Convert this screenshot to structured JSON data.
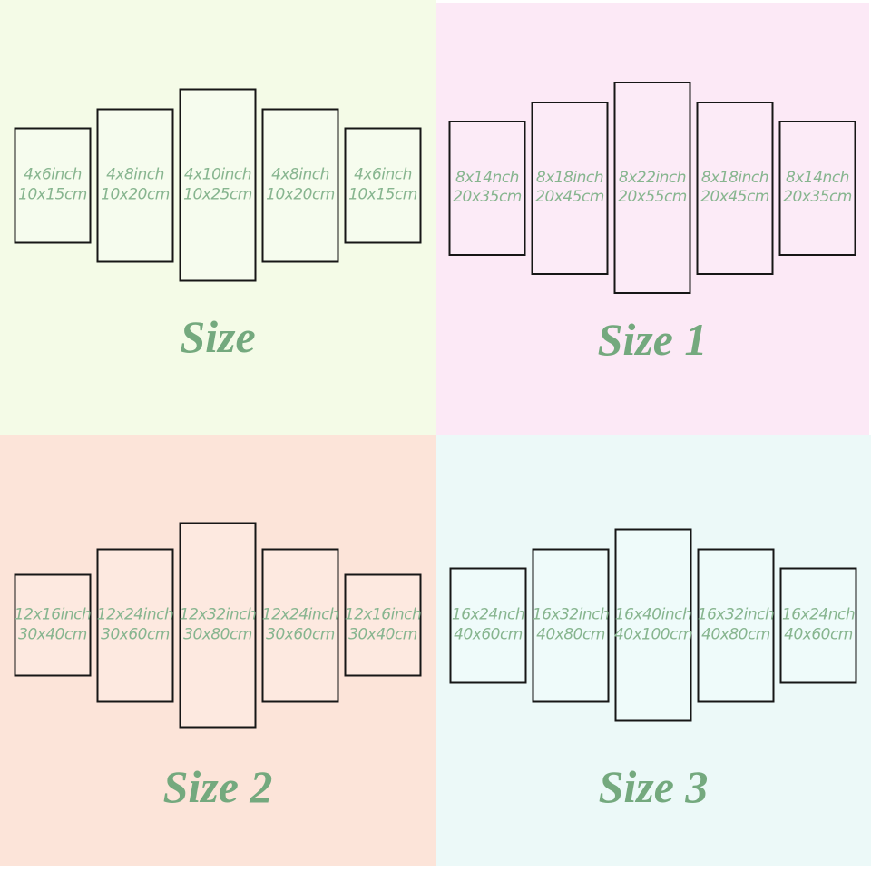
{
  "page": {
    "background": "#ffffff"
  },
  "quadrants": [
    {
      "title": "Size",
      "colors": {
        "background": "#f4fbe7",
        "panel_fill": "#f6fcee",
        "panel_text": "#87b58f",
        "title": "#74a97e"
      },
      "panels": [
        {
          "inch": "4x6inch",
          "cm": "10x15cm",
          "ratio_w": 4,
          "ratio_h": 6
        },
        {
          "inch": "4x8inch",
          "cm": "10x20cm",
          "ratio_w": 4,
          "ratio_h": 8
        },
        {
          "inch": "4x10inch",
          "cm": "10x25cm",
          "ratio_w": 4,
          "ratio_h": 10
        },
        {
          "inch": "4x8inch",
          "cm": "10x20cm",
          "ratio_w": 4,
          "ratio_h": 8
        },
        {
          "inch": "4x6inch",
          "cm": "10x15cm",
          "ratio_w": 4,
          "ratio_h": 6
        }
      ]
    },
    {
      "title": "Size 1",
      "colors": {
        "background": "#fce9f6",
        "panel_fill": "#fcebf7",
        "panel_text": "#87b58f",
        "title": "#74a97e"
      },
      "panels": [
        {
          "inch": "8x14nch",
          "cm": "20x35cm",
          "ratio_w": 8,
          "ratio_h": 14
        },
        {
          "inch": "8x18inch",
          "cm": "20x45cm",
          "ratio_w": 8,
          "ratio_h": 18
        },
        {
          "inch": "8x22inch",
          "cm": "20x55cm",
          "ratio_w": 8,
          "ratio_h": 22
        },
        {
          "inch": "8x18inch",
          "cm": "20x45cm",
          "ratio_w": 8,
          "ratio_h": 18
        },
        {
          "inch": "8x14nch",
          "cm": "20x35cm",
          "ratio_w": 8,
          "ratio_h": 14
        }
      ]
    },
    {
      "title": "Size 2",
      "colors": {
        "background": "#fce4d9",
        "panel_fill": "#fde9e0",
        "panel_text": "#87b58f",
        "title": "#74a97e"
      },
      "panels": [
        {
          "inch": "12x16inch",
          "cm": "30x40cm",
          "ratio_w": 12,
          "ratio_h": 16
        },
        {
          "inch": "12x24inch",
          "cm": "30x60cm",
          "ratio_w": 12,
          "ratio_h": 24
        },
        {
          "inch": "12x32inch",
          "cm": "30x80cm",
          "ratio_w": 12,
          "ratio_h": 32
        },
        {
          "inch": "12x24inch",
          "cm": "30x60cm",
          "ratio_w": 12,
          "ratio_h": 24
        },
        {
          "inch": "12x16inch",
          "cm": "30x40cm",
          "ratio_w": 12,
          "ratio_h": 16
        }
      ]
    },
    {
      "title": "Size 3",
      "colors": {
        "background": "#ecf9f8",
        "panel_fill": "#effbfa",
        "panel_text": "#87b58f",
        "title": "#74a97e"
      },
      "panels": [
        {
          "inch": "16x24nch",
          "cm": "40x60cm",
          "ratio_w": 16,
          "ratio_h": 24
        },
        {
          "inch": "16x32inch",
          "cm": "40x80cm",
          "ratio_w": 16,
          "ratio_h": 32
        },
        {
          "inch": "16x40inch",
          "cm": "40x100cm",
          "ratio_w": 16,
          "ratio_h": 40
        },
        {
          "inch": "16x32inch",
          "cm": "40x80cm",
          "ratio_w": 16,
          "ratio_h": 32
        },
        {
          "inch": "16x24nch",
          "cm": "40x60cm",
          "ratio_w": 16,
          "ratio_h": 24
        }
      ]
    }
  ]
}
